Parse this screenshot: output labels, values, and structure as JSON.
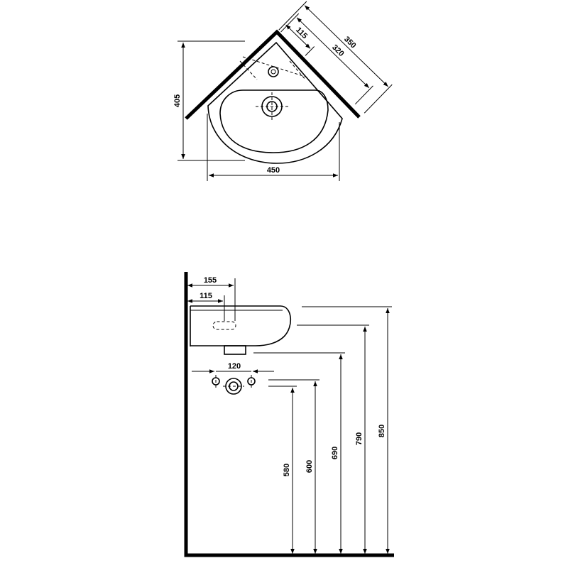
{
  "top_view": {
    "dimensions": {
      "depth": "405",
      "width": "450",
      "side_outer": "350",
      "side_inner": "320",
      "tap_offset": "115"
    }
  },
  "side_view": {
    "dimensions": {
      "drain_offset": "155",
      "tap_offset": "115",
      "fixing_spacing": "120",
      "height_580": "580",
      "height_600": "600",
      "height_690": "690",
      "height_790": "790",
      "height_850": "850"
    }
  },
  "colors": {
    "line": "#000000",
    "background": "#ffffff"
  }
}
